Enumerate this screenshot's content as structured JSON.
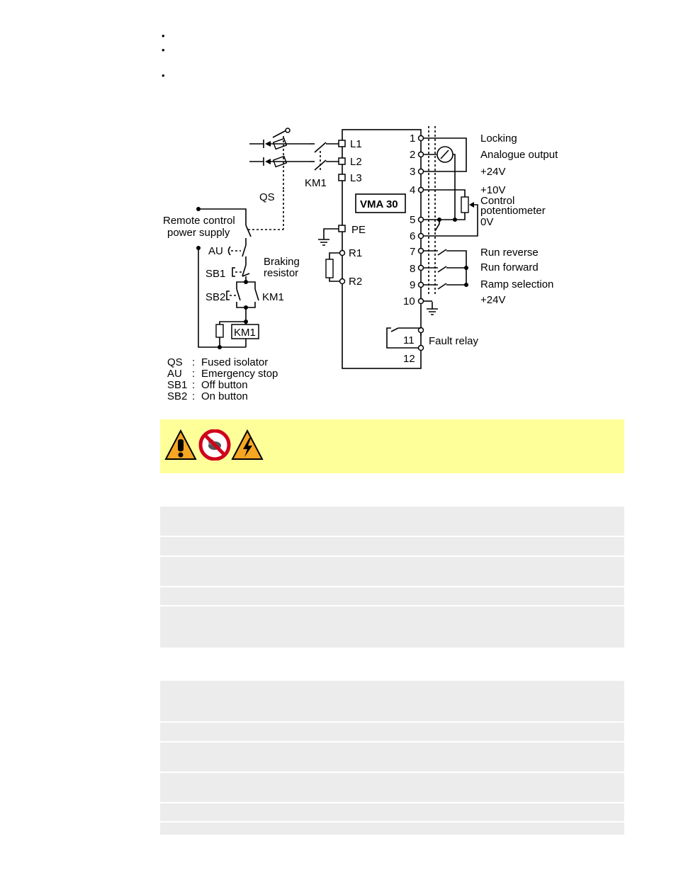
{
  "bullets": [
    "",
    "",
    ""
  ],
  "diagram": {
    "L1": "L1",
    "L2": "L2",
    "L3": "L3",
    "KM1": "KM1",
    "QS": "QS",
    "remote_control_1": "Remote control",
    "remote_control_2": "power supply",
    "AU": "AU",
    "SB1": "SB1",
    "SB2": "SB2",
    "braking_1": "Braking",
    "braking_2": "resistor",
    "km1_contact": "KM1",
    "km1_coil": "KM1",
    "model": "VMA 30",
    "PE": "PE",
    "R1": "R1",
    "R2": "R2",
    "terminals": [
      "1",
      "2",
      "3",
      "4",
      "5",
      "6",
      "7",
      "8",
      "9",
      "10",
      "11",
      "12"
    ],
    "locking": "Locking",
    "analogue_output": "Analogue output",
    "p24v_a": "+24V",
    "p10v": "+10V",
    "control": "Control",
    "potentiometer": "potentiometer",
    "zero_v": "0V",
    "run_reverse": "Run reverse",
    "run_forward": "Run forward",
    "ramp_selection": "Ramp selection",
    "p24v_b": "+24V",
    "fault_relay": "Fault relay",
    "legend": [
      {
        "code": "QS",
        "sep": ":",
        "text": "Fused isolator"
      },
      {
        "code": "AU",
        "sep": ":",
        "text": "Emergency stop"
      },
      {
        "code": "SB1",
        "sep": ":",
        "text": "Off button"
      },
      {
        "code": "SB2",
        "sep": ":",
        "text": "On button"
      }
    ]
  },
  "warning_icons": [
    "warning-exclamation-icon",
    "no-hands-icon",
    "high-voltage-icon"
  ],
  "colors": {
    "warning_bg": "#ffff99",
    "table_row": "#ececec"
  }
}
